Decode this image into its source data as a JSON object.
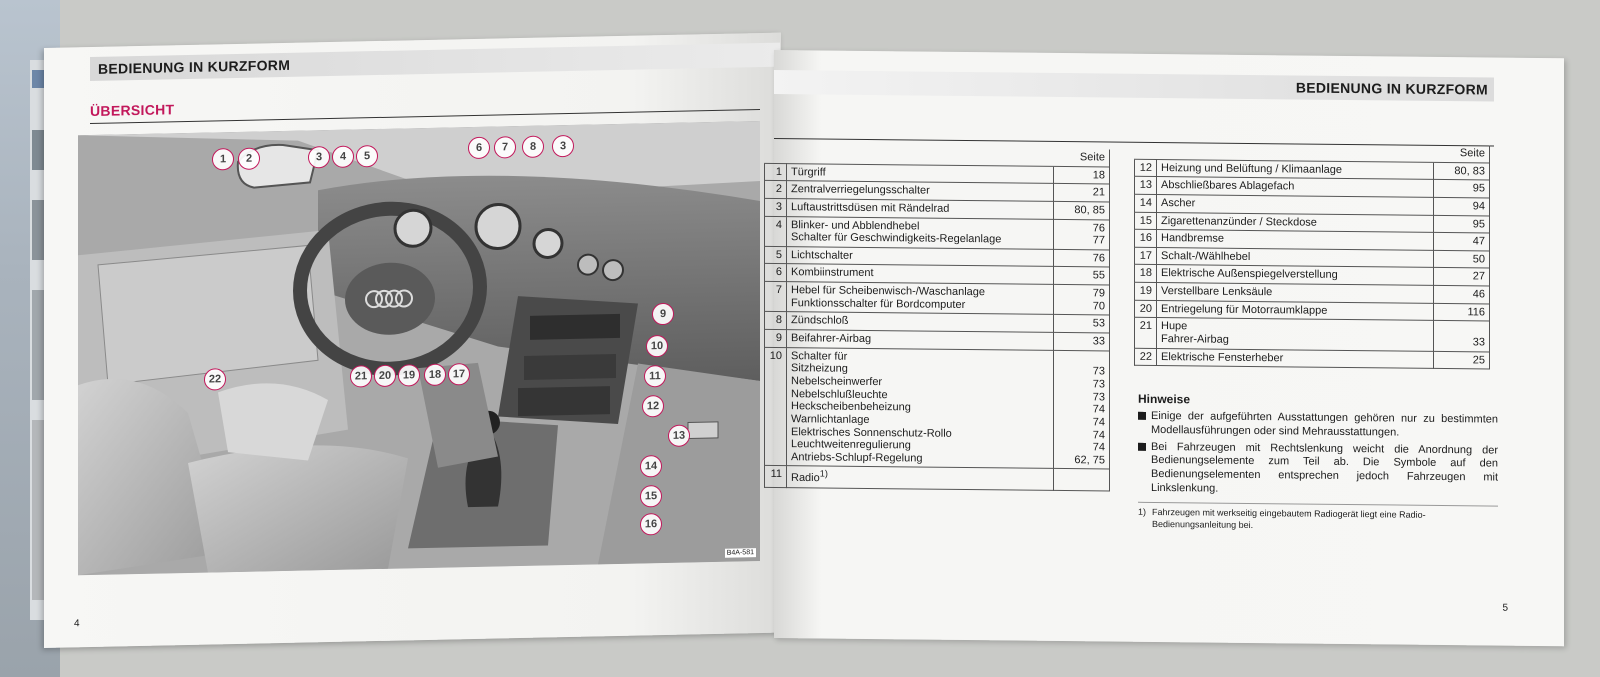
{
  "left_page": {
    "header": "BEDIENUNG IN KURZFORM",
    "subtitle": "ÜBERSICHT",
    "page_number": "4",
    "photo_code": "B4A-581",
    "callouts": [
      "1",
      "2",
      "3",
      "4",
      "5",
      "6",
      "7",
      "8",
      "3",
      "9",
      "10",
      "11",
      "12",
      "13",
      "14",
      "15",
      "16",
      "17",
      "18",
      "19",
      "20",
      "21",
      "22"
    ]
  },
  "right_page": {
    "header": "BEDIENUNG IN KURZFORM",
    "page_number": "5",
    "table_header": "Seite",
    "table_left": [
      {
        "num": "1",
        "lines": [
          {
            "label": "Türgriff",
            "page": "18"
          }
        ]
      },
      {
        "num": "2",
        "lines": [
          {
            "label": "Zentralverriegelungsschalter",
            "page": "21"
          }
        ]
      },
      {
        "num": "3",
        "lines": [
          {
            "label": "Luftaustrittsdüsen mit Rändelrad",
            "page": "80, 85"
          }
        ]
      },
      {
        "num": "4",
        "lines": [
          {
            "label": "Blinker- und Abblendhebel",
            "page": "76"
          },
          {
            "label": "Schalter für Geschwindigkeits-Regelanlage",
            "page": "77"
          }
        ]
      },
      {
        "num": "5",
        "lines": [
          {
            "label": "Lichtschalter",
            "page": "76"
          }
        ]
      },
      {
        "num": "6",
        "lines": [
          {
            "label": "Kombiinstrument",
            "page": "55"
          }
        ]
      },
      {
        "num": "7",
        "lines": [
          {
            "label": "Hebel für Scheibenwisch-/Waschanlage",
            "page": "79"
          },
          {
            "label": "Funktionsschalter für Bordcomputer",
            "page": "70"
          }
        ]
      },
      {
        "num": "8",
        "lines": [
          {
            "label": "Zündschloß",
            "page": "53"
          }
        ]
      },
      {
        "num": "9",
        "lines": [
          {
            "label": "Beifahrer-Airbag",
            "page": "33"
          }
        ]
      },
      {
        "num": "10",
        "lines": [
          {
            "label": "Schalter für",
            "page": ""
          },
          {
            "label": "Sitzheizung",
            "page": "73"
          },
          {
            "label": "Nebelscheinwerfer",
            "page": "73"
          },
          {
            "label": "Nebelschlußleuchte",
            "page": "73"
          },
          {
            "label": "Heckscheibenbeheizung",
            "page": "74"
          },
          {
            "label": "Warnlichtanlage",
            "page": "74"
          },
          {
            "label": "Elektrisches Sonnenschutz-Rollo",
            "page": "74"
          },
          {
            "label": "Leuchtweitenregulierung",
            "page": "74"
          },
          {
            "label": "Antriebs-Schlupf-Regelung",
            "page": "62, 75"
          }
        ]
      },
      {
        "num": "11",
        "lines": [
          {
            "label": "Radio",
            "page": "",
            "sup": "1)"
          }
        ]
      }
    ],
    "table_right": [
      {
        "num": "12",
        "lines": [
          {
            "label": "Heizung und Belüftung / Klimaanlage",
            "page": "80, 83"
          }
        ]
      },
      {
        "num": "13",
        "lines": [
          {
            "label": "Abschließbares Ablagefach",
            "page": "95"
          }
        ]
      },
      {
        "num": "14",
        "lines": [
          {
            "label": "Ascher",
            "page": "94"
          }
        ]
      },
      {
        "num": "15",
        "lines": [
          {
            "label": "Zigarettenanzünder / Steckdose",
            "page": "95"
          }
        ]
      },
      {
        "num": "16",
        "lines": [
          {
            "label": "Handbremse",
            "page": "47"
          }
        ]
      },
      {
        "num": "17",
        "lines": [
          {
            "label": "Schalt-/Wählhebel",
            "page": "50"
          }
        ]
      },
      {
        "num": "18",
        "lines": [
          {
            "label": "Elektrische Außenspiegelverstellung",
            "page": "27"
          }
        ]
      },
      {
        "num": "19",
        "lines": [
          {
            "label": "Verstellbare Lenksäule",
            "page": "46"
          }
        ]
      },
      {
        "num": "20",
        "lines": [
          {
            "label": "Entriegelung für Motorraumklappe",
            "page": "116"
          }
        ]
      },
      {
        "num": "21",
        "lines": [
          {
            "label": "Hupe",
            "page": ""
          },
          {
            "label": "Fahrer-Airbag",
            "page": "33"
          }
        ]
      },
      {
        "num": "22",
        "lines": [
          {
            "label": "Elektrische Fensterheber",
            "page": "25"
          }
        ]
      }
    ],
    "hinweise": {
      "title": "Hinweise",
      "items": [
        "Einige der aufgeführten Ausstattungen gehören nur zu bestimmten Modellausführungen oder sind Mehrausstattungen.",
        "Bei Fahrzeugen mit Rechtslenkung weicht die Anordnung der Bedienungselemente zum Teil ab. Die Symbole auf den Bedienungselementen entsprechen jedoch Fahrzeugen mit Linkslenkung."
      ]
    },
    "footnote": {
      "mark": "1)",
      "text": "Fahrzeugen mit werkseitig eingebautem Radiogerät liegt eine Radio-Bedienungsanleitung bei."
    }
  }
}
